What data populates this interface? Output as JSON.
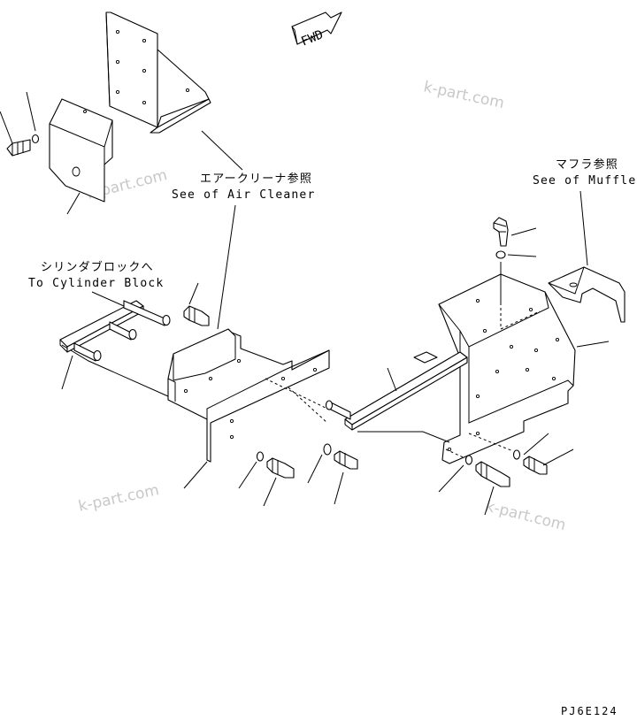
{
  "fwd_label": "FWD",
  "callouts": {
    "air_cleaner_jp": "エアークリーナ参照",
    "air_cleaner_en": "See of Air Cleaner",
    "cylinder_block_jp": "シリンダブロックへ",
    "cylinder_block_en": "To Cylinder Block",
    "muffler_jp": "マフラ参照",
    "muffler_en": "See of Muffler"
  },
  "watermarks": [
    "k-part.com",
    "k-part.com",
    "k-part.com",
    "k-part.com"
  ],
  "drawing_code": "PJ6E124"
}
